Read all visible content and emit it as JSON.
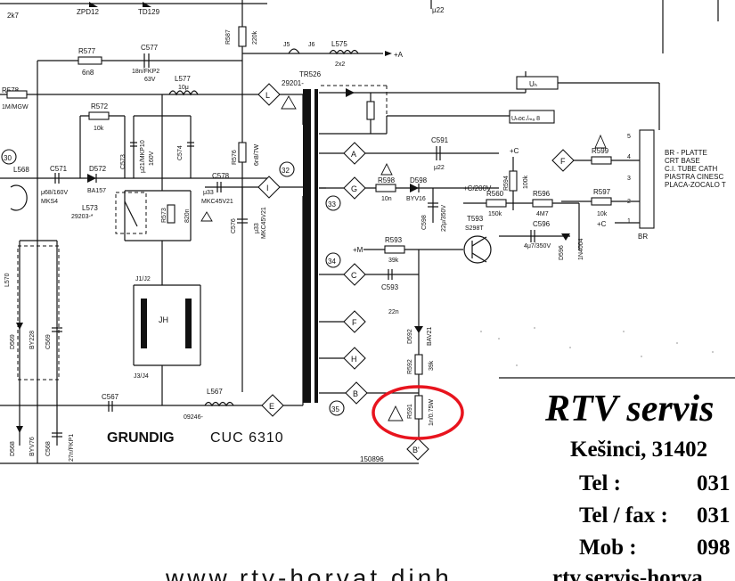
{
  "brand": {
    "left": "GRUNDIG",
    "right": "CUC 6310"
  },
  "doc_code": "150896",
  "transformer": {
    "ref": "TR526",
    "part": "29201-"
  },
  "connector": {
    "ref": "BR",
    "desc": [
      "BR - PLATTE",
      "CRT BASE",
      "C.I. TUBE CATH",
      "PIASTRA CINESC",
      "PLACA-ZOCALO T"
    ],
    "pins": [
      "5",
      "4",
      "3",
      "2",
      "1"
    ]
  },
  "terminals": {
    "L": "L",
    "A": "A",
    "G": "G",
    "I": "I",
    "M": "+M",
    "C": "C",
    "F": "F",
    "H": "H",
    "B": "B",
    "E": "E",
    "B2": "B'",
    "Fr": "F",
    "plusA": "+A",
    "plusC": "+C"
  },
  "circles": [
    "30",
    "32",
    "33",
    "34",
    "35"
  ],
  "labels": {
    "r587": "R587",
    "r587v": "220k",
    "zpd12": "ZPD12",
    "td129": "TD129",
    "k2": "2k7",
    "u22top": "μ22",
    "r577": "R577",
    "r577v": "6n8",
    "c577": "C577",
    "c577v": "18n/FKP2",
    "c577v2": "63V",
    "l577": "L577",
    "l577v": "10μ",
    "j5": "J5",
    "j6": "J6",
    "l575": "L575",
    "l575v": "2x2",
    "r578": "R578",
    "r578v": "1M/MGW",
    "r572": "R572",
    "r572v": "10k",
    "c573": "C573",
    "c573v": "μ21/MKP10",
    "c573v2": "160V",
    "c574": "C574",
    "l568": "L568",
    "c571": "C571",
    "c571v": "μ68/160V",
    "c571v2": "MKS4",
    "d572": "D572",
    "d572v": "BA157",
    "c578": "C578",
    "c578v": "μ33",
    "c578v2": "MKC45V21",
    "r576": "R576",
    "r576v": "6n8/7W",
    "c576": "C576",
    "c576v": "μ33",
    "c576v2": "MKC45V21",
    "l573": "L573",
    "l573v": "29203-*",
    "r573": "R573",
    "r573v": "820n",
    "j1j2": "J1/J2",
    "jh": "JH",
    "j3j4": "J3/J4",
    "l570": "L570",
    "d569": "D569",
    "d569v": "BY228",
    "c569": "C569",
    "c567": "C567",
    "l567": "L567",
    "l567v": "09246-",
    "d568": "D568",
    "d568v": "BYV76",
    "c568": "C568",
    "c568v": "27n/FKP1",
    "r598": "R598",
    "r598v": "10n",
    "d598": "D598",
    "d598v": "BYV16",
    "c598": "C598",
    "c598v": "22μ/350V",
    "c591": "C591",
    "c591v": "μ22",
    "plusc200": "+C/200V",
    "r594": "R594",
    "r594v": "100k",
    "r560": "R560",
    "r560v": "150k",
    "r596": "R596",
    "r596v": "4M7",
    "c596": "C596",
    "c596v": "4μ7/350V",
    "r597": "R597",
    "r597v": "10k",
    "r599": "R599",
    "d596": "D596",
    "d596v": "1N4004",
    "t593": "T593",
    "t593v": "S298T",
    "r593": "R593",
    "r593v": "39k",
    "c593": "C593",
    "c593v": "22n",
    "d592": "D592",
    "d592v": "BAV21",
    "r592": "R592",
    "r592v": "39k",
    "r591": "R591",
    "r591v": "1n/0.75W",
    "vg1": "Uₕ",
    "vfoc": "Uₕoc./ₘₐ 8"
  },
  "rtv": {
    "title": "RTV servis",
    "address": "Kešinci, 31402",
    "tel_label": "Tel :",
    "tel_value": "031",
    "fax_label": "Tel / fax :",
    "fax_value": "031",
    "mob_label": "Mob :",
    "mob_value": "098",
    "email_frag": "rtv.servis-horva",
    "watermark": "www.rtv-horvat.dinh"
  },
  "colors": {
    "highlight": "#e8141e",
    "ink": "#111111",
    "watermark": "#d6dcef"
  }
}
